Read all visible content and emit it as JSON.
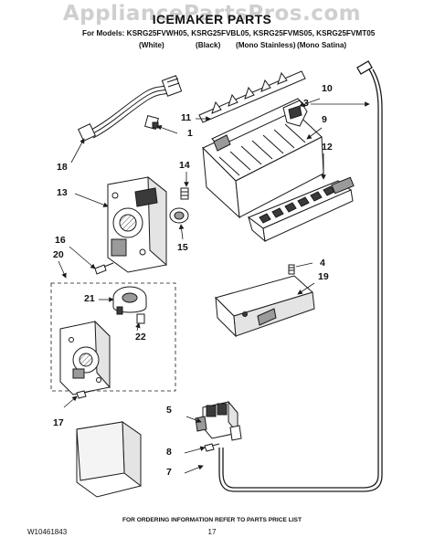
{
  "header": {
    "watermark": "AppliancePartsPros.com",
    "title": "ICEMAKER PARTS",
    "models_line": "For Models: KSRG25FVWH05, KSRG25FVBL05, KSRG25FVMS05, KSRG25FVMT05",
    "variants": [
      "(White)",
      "(Black)",
      "(Mono Stainless)",
      "(Mono Satina)"
    ]
  },
  "callouts": [
    "1",
    "3",
    "4",
    "5",
    "7",
    "8",
    "9",
    "10",
    "11",
    "12",
    "13",
    "14",
    "15",
    "16",
    "17",
    "18",
    "19",
    "20",
    "21",
    "22"
  ],
  "footer": {
    "doc_number": "W10461843",
    "ordering_note": "FOR ORDERING INFORMATION REFER TO PARTS PRICE LIST",
    "page_number": "17"
  },
  "colors": {
    "line": "#1a1a1a",
    "shade": "#9a9a9a",
    "dark": "#3a3a3a",
    "watermark": "#cfcfcf"
  }
}
